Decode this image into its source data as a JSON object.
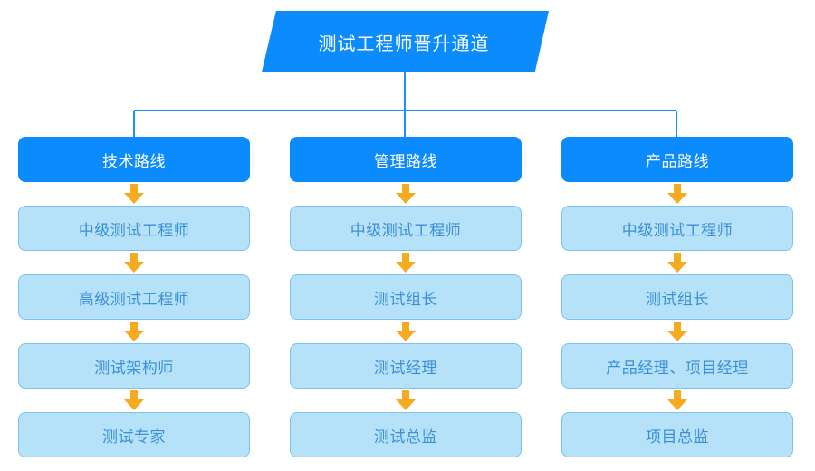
{
  "diagram": {
    "title": "测试工程师晋升通道",
    "colors": {
      "primary_blue": "#0c8bfc",
      "light_blue_fill": "#b5e2f8",
      "light_blue_border": "#7cc2ef",
      "step_text": "#3c8fd6",
      "arrow_orange": "#f5ab20",
      "connector_line": "#1890ff",
      "background": "#ffffff"
    },
    "arrow_icon_name": "down-arrow-icon",
    "columns": [
      {
        "head": "技术路线",
        "steps": [
          "中级测试工程师",
          "高级测试工程师",
          "测试架构师",
          "测试专家"
        ]
      },
      {
        "head": "管理路线",
        "steps": [
          "中级测试工程师",
          "测试组长",
          "测试经理",
          "测试总监"
        ]
      },
      {
        "head": "产品路线",
        "steps": [
          "中级测试工程师",
          "测试组长",
          "产品经理、项目经理",
          "项目总监"
        ]
      }
    ]
  }
}
